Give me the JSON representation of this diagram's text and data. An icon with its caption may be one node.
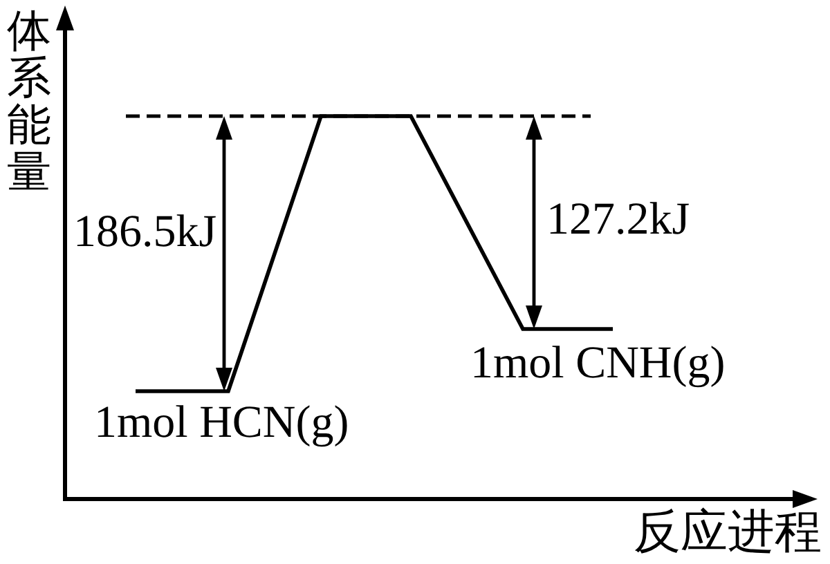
{
  "diagram": {
    "labels": [
      "体系能量",
      "186.5kJ",
      "127.2kJ",
      "1mol HCN(g)",
      "1mol CNH(g)",
      "反应进程"
    ]
  }
}
